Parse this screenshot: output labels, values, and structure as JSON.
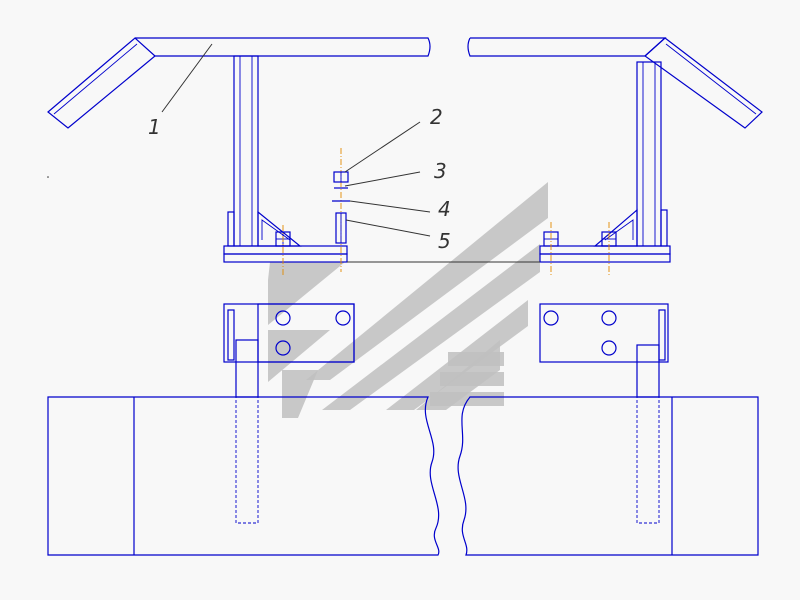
{
  "callouts": [
    {
      "id": "1",
      "text": "1"
    },
    {
      "id": "2",
      "text": "2"
    },
    {
      "id": "3",
      "text": "3"
    },
    {
      "id": "4",
      "text": "4"
    },
    {
      "id": "5",
      "text": "5"
    }
  ],
  "colors": {
    "line": "#0000cc",
    "axis": "#e08a00",
    "leader": "#333333",
    "watermark": "#bfbfbf",
    "background": "#f8f8f8"
  }
}
